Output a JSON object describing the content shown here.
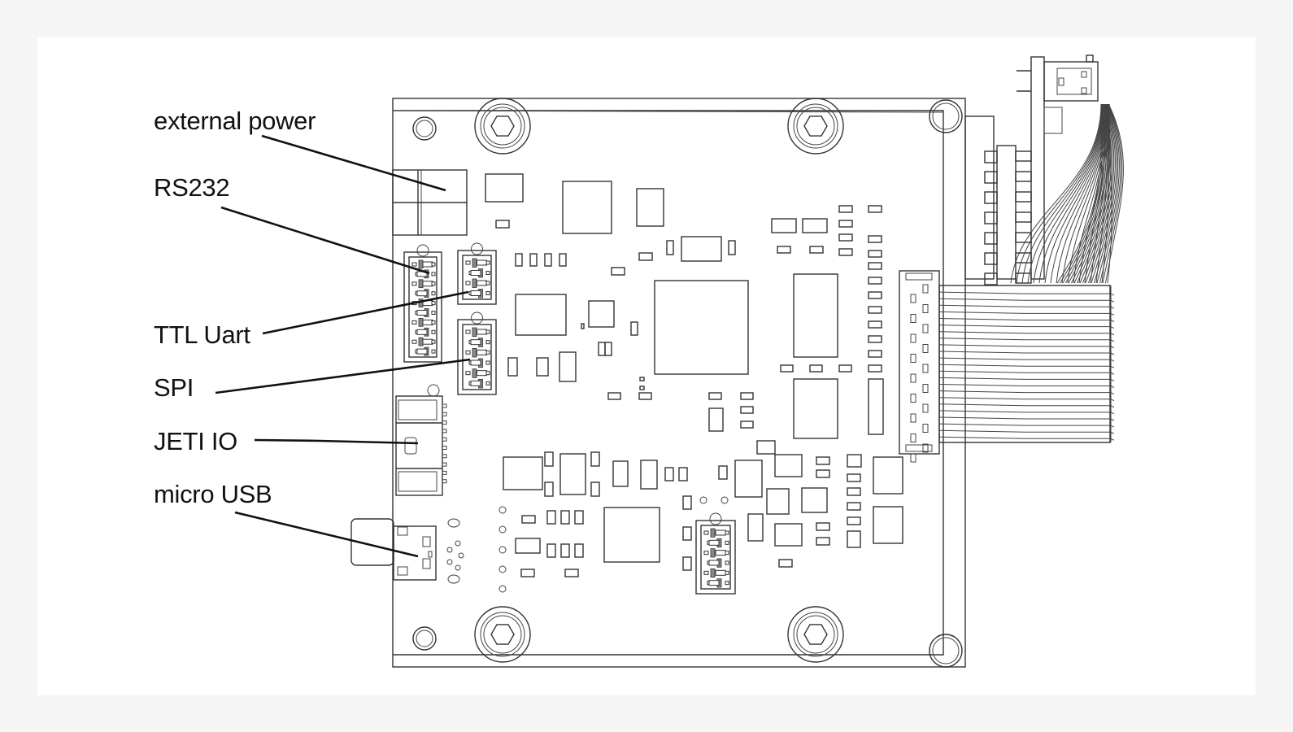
{
  "diagram": {
    "type": "pcb-connector-layout",
    "callouts": [
      {
        "id": "external-power",
        "label": "external power"
      },
      {
        "id": "rs232",
        "label": "RS232"
      },
      {
        "id": "ttl-uart",
        "label": "TTL Uart"
      },
      {
        "id": "spi",
        "label": "SPI"
      },
      {
        "id": "jeti-io",
        "label": "JETI IO"
      },
      {
        "id": "micro-usb",
        "label": "micro USB"
      }
    ],
    "colors": {
      "background": "#f5f5f5",
      "canvas": "#ffffff",
      "line": "#333333",
      "text": "#111111"
    }
  }
}
